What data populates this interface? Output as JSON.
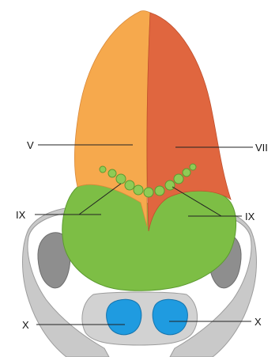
{
  "labels": {
    "v": "V",
    "vii": "VII",
    "ix_left": "IX",
    "ix_right": "IX",
    "x_left": "X",
    "x_right": "X"
  },
  "colors": {
    "orange_lobe": "#F6A94D",
    "red_lobe": "#E0663F",
    "green_mass": "#7DBE45",
    "green_dots": "#8FCB55",
    "blue_lobes": "#1F9BE0",
    "grey_frame": "#C9C9C9",
    "dark_grey_inner": "#8E8E8E",
    "leader_lines": "#222222"
  }
}
